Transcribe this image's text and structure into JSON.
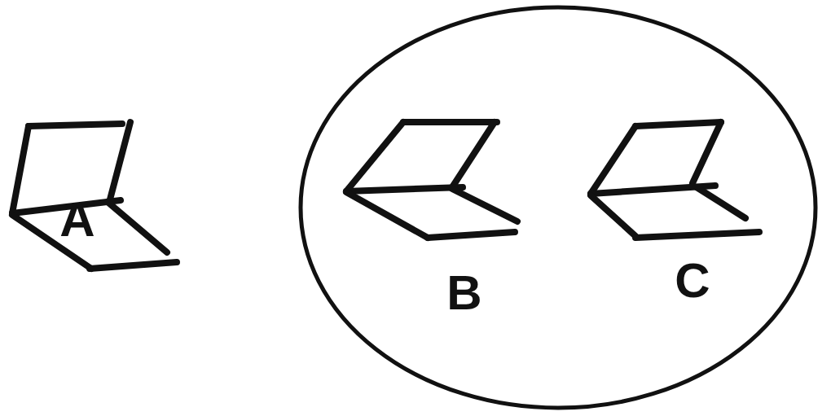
{
  "diagram": {
    "nodes": [
      {
        "text": [
          "A"
        ]
      },
      {},
      {
        "text": [
          "B"
        ],
        "in": 1
      },
      {
        "text": [
          "C"
        ],
        "in": 1
      }
    ]
  }
}
